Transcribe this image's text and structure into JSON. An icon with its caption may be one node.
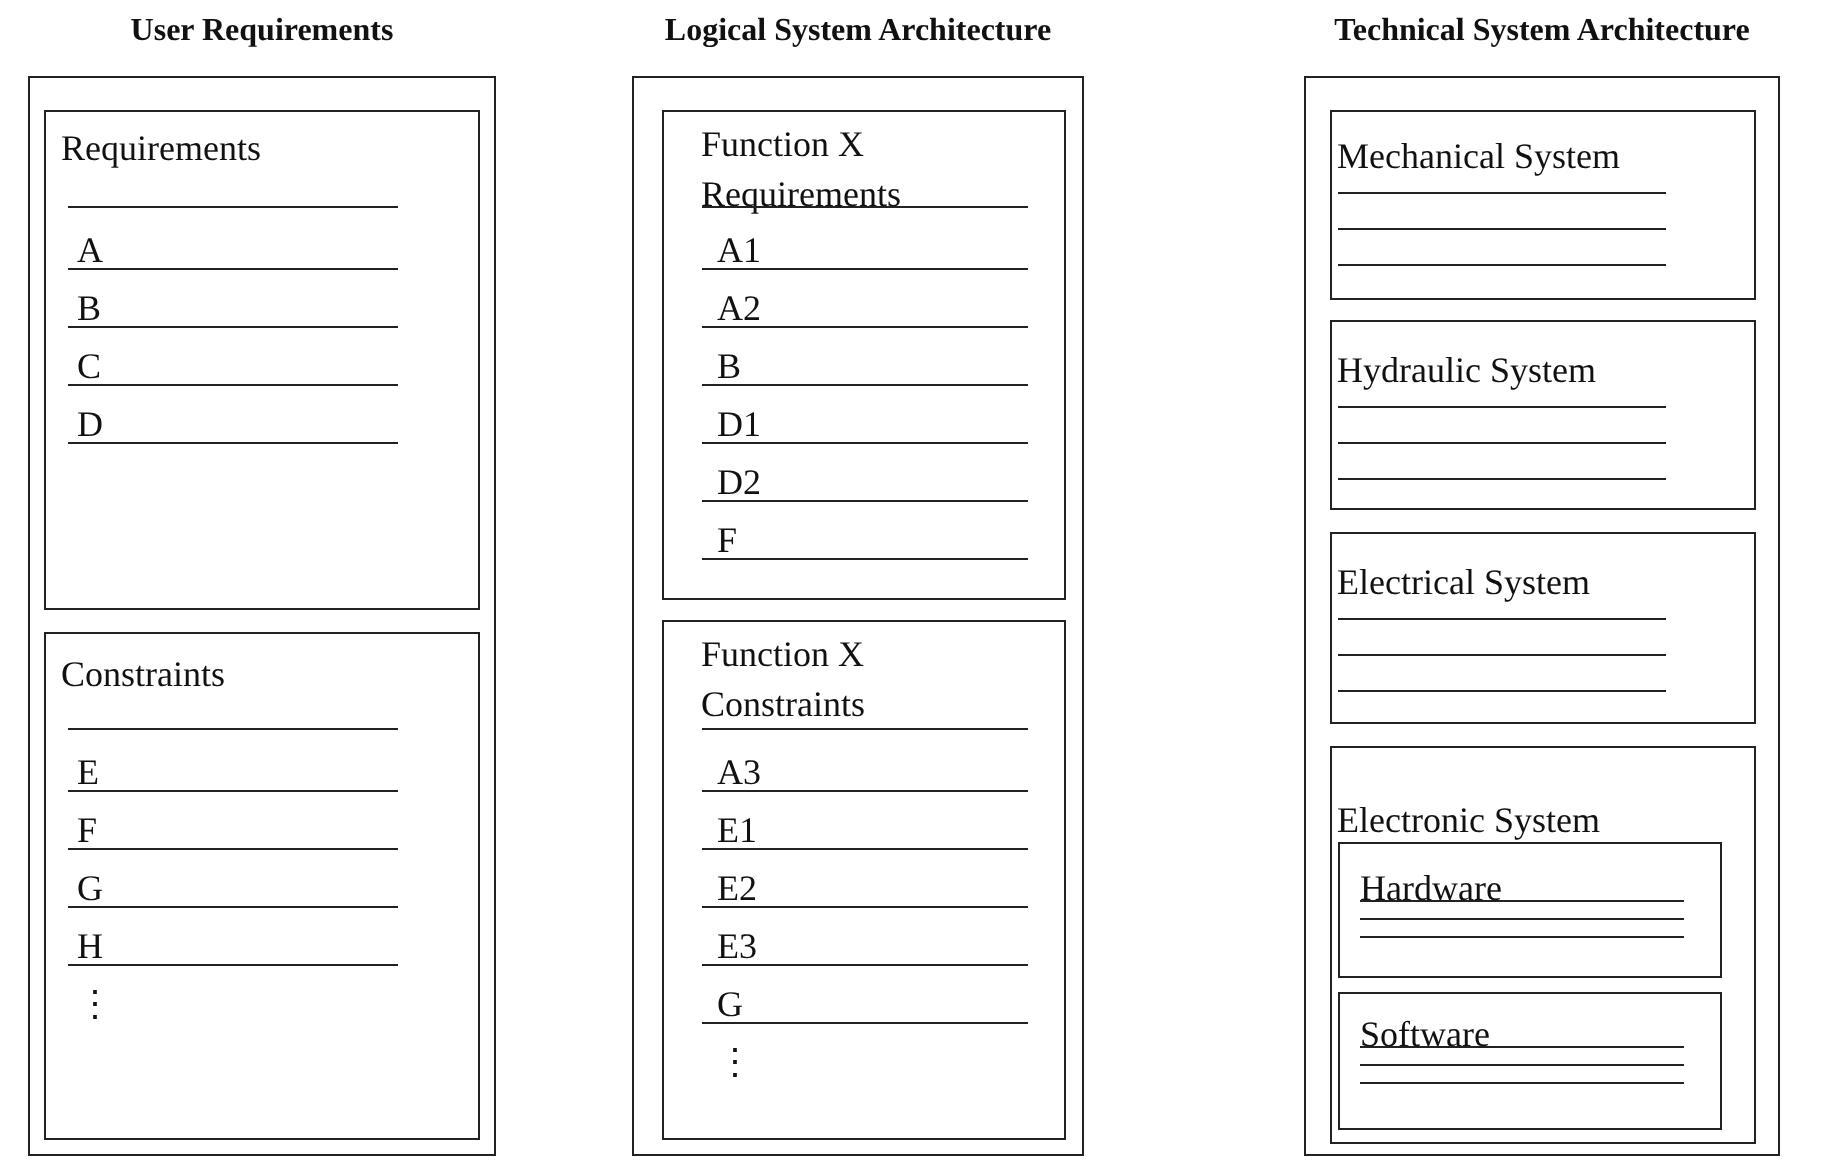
{
  "diagram": {
    "nodes": [
      {
        "text": [
          "User Requirements"
        ]
      },
      {
        "text": [
          "Requirements",
          "A",
          "B",
          "C",
          "D"
        ],
        "in": 0
      },
      {
        "text": [
          "Constraints",
          "E",
          "F",
          "G",
          "H",
          "⋮"
        ],
        "in": 0
      },
      {
        "text": [
          "Logical System Architecture"
        ]
      },
      {
        "text": [
          "Function X Requirements",
          "A1",
          "A2",
          "B",
          "D1",
          "D2",
          "F"
        ],
        "in": 3
      },
      {
        "text": [
          "Function X Constraints",
          "A3",
          "E1",
          "E2",
          "E3",
          "G",
          "⋮"
        ],
        "in": 3
      },
      {
        "text": [
          "Technical System Architecture"
        ]
      },
      {
        "text": [
          "Mechanical System"
        ],
        "in": 6
      },
      {
        "text": [
          "Hydraulic System"
        ],
        "in": 6
      },
      {
        "text": [
          "Electrical System"
        ],
        "in": 6
      },
      {
        "text": [
          "Electronic System"
        ],
        "in": 6
      },
      {
        "text": [
          "Hardware"
        ],
        "in": 10
      },
      {
        "text": [
          "Software"
        ],
        "in": 10
      }
    ]
  }
}
